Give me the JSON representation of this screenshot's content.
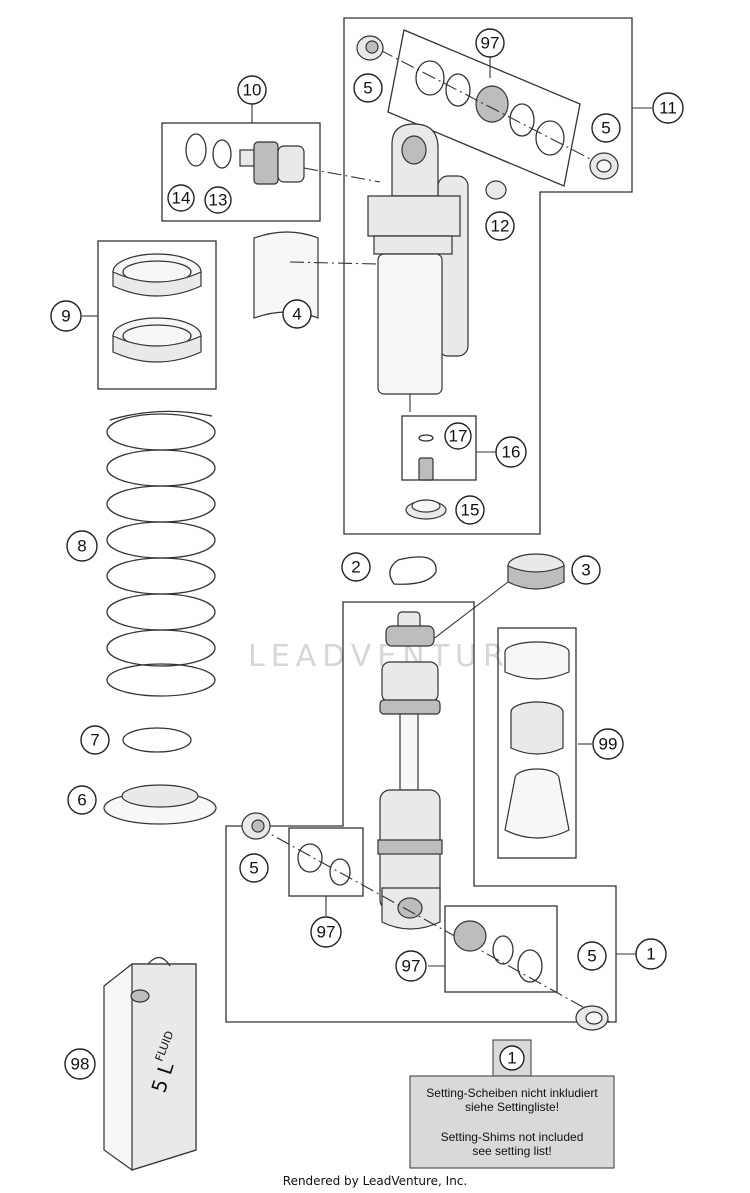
{
  "watermark": "LEADVENTURE",
  "footer": "Rendered by LeadVenture, Inc.",
  "callouts": {
    "c1": "1",
    "c2": "2",
    "c3": "3",
    "c4": "4",
    "c5a": "5",
    "c5b": "5",
    "c5c": "5",
    "c5d": "5",
    "c6": "6",
    "c7": "7",
    "c8": "8",
    "c9": "9",
    "c10": "10",
    "c11": "11",
    "c12": "12",
    "c13": "13",
    "c14": "14",
    "c15": "15",
    "c16": "16",
    "c17": "17",
    "c97a": "97",
    "c97b": "97",
    "c97c": "97",
    "c98": "98",
    "c99": "99"
  },
  "note": {
    "ref": "1",
    "line1_de": "Setting-Scheiben nicht inkludiert",
    "line2_de": "siehe Settingliste!",
    "line1_en": "Setting-Shims not included",
    "line2_en": "see setting list!"
  },
  "canister": {
    "label_brand": "FLUID",
    "label_volume": "5 L"
  }
}
